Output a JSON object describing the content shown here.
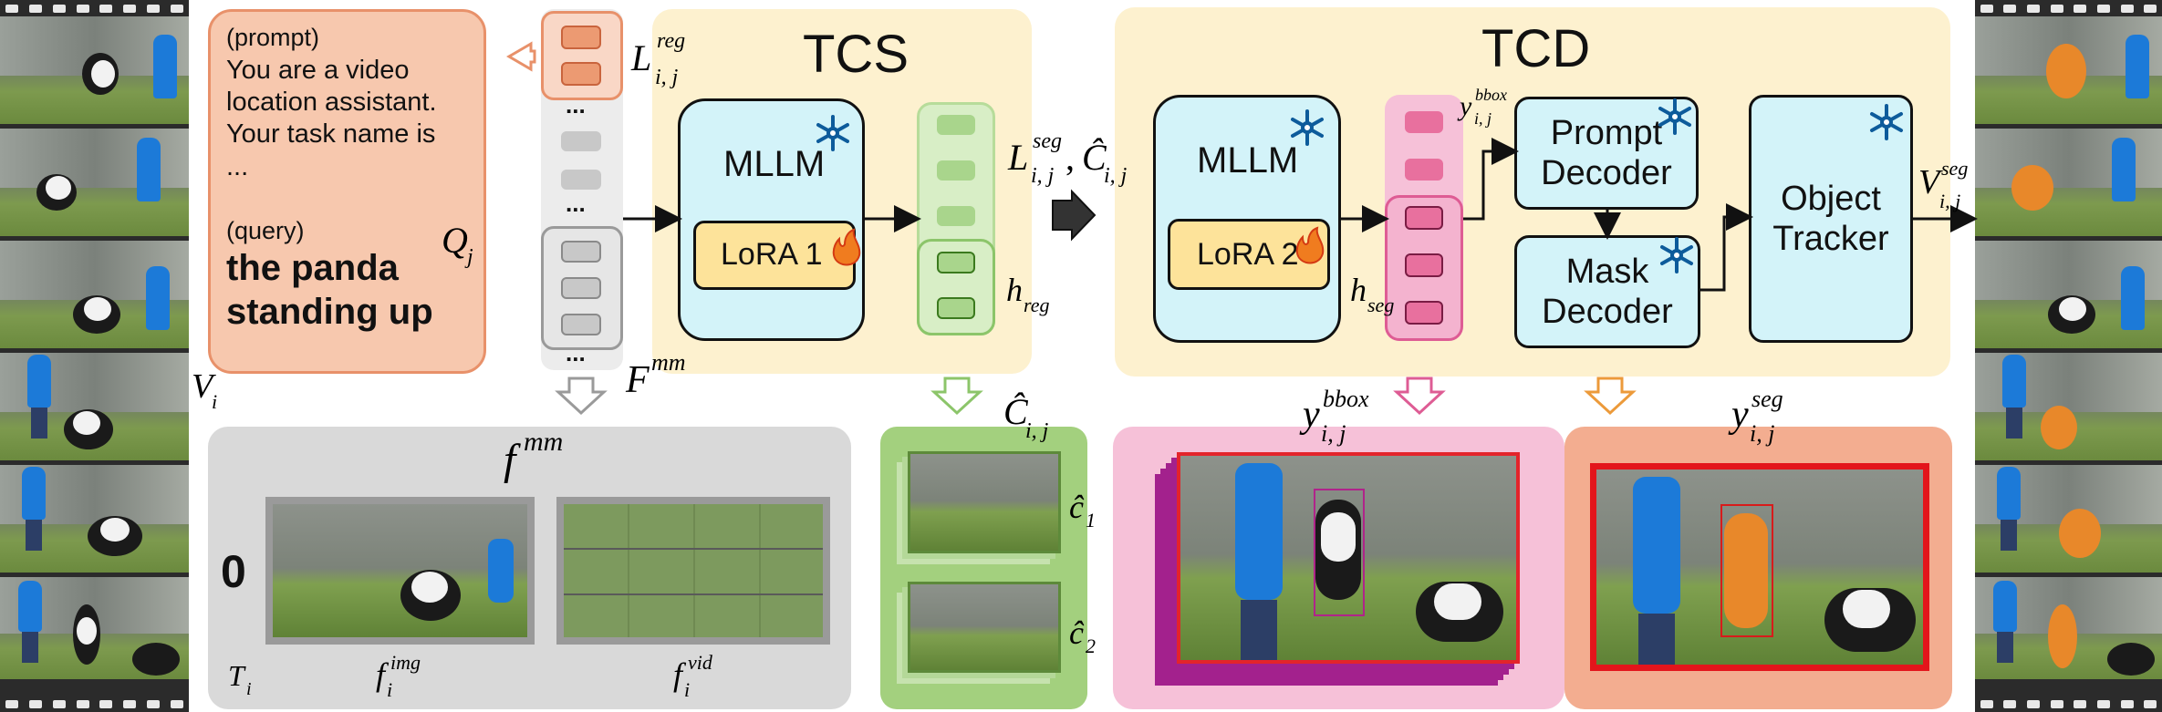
{
  "tcs": {
    "title": "TCS",
    "mllm": "MLLM",
    "lora": "LoRA 1"
  },
  "tcd": {
    "title": "TCD",
    "mllm": "MLLM",
    "lora": "LoRA 2",
    "prompt_decoder": "Prompt\nDecoder",
    "mask_decoder": "Mask\nDecoder",
    "object_tracker": "Object\nTracker"
  },
  "prompt_box": {
    "prompt_tag": "(prompt)",
    "prompt_text": "You are a video location assistant. Your task name is",
    "ellipsis": "...",
    "query_tag": "(query)",
    "query_text": "the panda standing up"
  },
  "math": {
    "L_reg": {
      "base": "L",
      "sup": "reg",
      "sub": "i, j"
    },
    "Q_j": {
      "base": "Q",
      "sub": "j"
    },
    "F_mm": {
      "base": "F",
      "sup": "mm"
    },
    "L_seg": {
      "base": "L",
      "sup": "seg",
      "sub": "i, j"
    },
    "C_hat": {
      "base": "Ĉ",
      "sub": "i, j"
    },
    "h_reg": {
      "base": "h",
      "sub": "reg"
    },
    "h_seg": {
      "base": "h",
      "sub": "seg"
    },
    "y_bbox": {
      "base": "y",
      "sup": "bbox",
      "sub": "i, j"
    },
    "y_seg": {
      "base": "y",
      "sup": "seg",
      "sub": "i, j"
    },
    "V_i": {
      "base": "V",
      "sub": "i"
    },
    "V_seg": {
      "base": "V",
      "sup": "seg",
      "sub": "i, j"
    },
    "f_mm": {
      "base": "f",
      "sup": "mm"
    },
    "f_img": {
      "base": "f",
      "sup": "img",
      "sub": "i"
    },
    "f_vid": {
      "base": "f",
      "sup": "vid",
      "sub": "i"
    },
    "T_i": {
      "base": "T",
      "sub": "i"
    },
    "c1": {
      "base": "ĉ",
      "sub": "1"
    },
    "c2": {
      "base": "ĉ",
      "sub": "2"
    }
  },
  "zero_label": "0",
  "dots": "...",
  "colors": {
    "tcs_bg": "#fdf1cf",
    "tcd_bg": "#fdf1cf",
    "prompt_bg": "#f7c8ae",
    "prompt_border": "#e8916a",
    "mllm_bg": "#d3f3f9",
    "lora_bg": "#fde39a",
    "green_panel": "#a3d07e",
    "pink_panel": "#f6c1d8",
    "salmon_panel": "#f3ad90",
    "gray_panel": "#d9d9d9",
    "green_token": "#a9d58c",
    "pink_token": "#e8709e",
    "orange_token": "#ec9a72",
    "gray_token": "#c8c8c8"
  },
  "icons": [
    "snowflake-icon",
    "flame-icon",
    "hollow-arrow-icon"
  ]
}
